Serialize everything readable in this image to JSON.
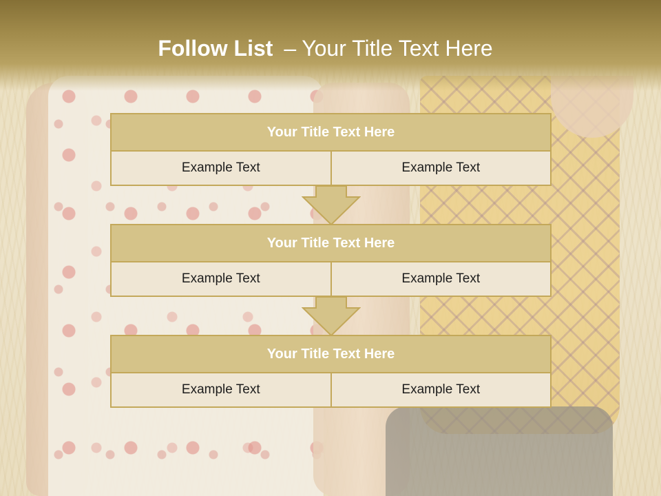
{
  "header": {
    "title_bold": "Follow List",
    "separator": "–",
    "title_rest": "Your Title Text Here"
  },
  "list": {
    "items": [
      {
        "title": "Your Title Text Here",
        "left": "Example Text",
        "right": "Example Text"
      },
      {
        "title": "Your Title Text Here",
        "left": "Example Text",
        "right": "Example Text"
      },
      {
        "title": "Your Title Text Here",
        "left": "Example Text",
        "right": "Example Text"
      }
    ]
  },
  "colors": {
    "header_band": "#a08a4a",
    "box_title_fill": "#d5c389",
    "box_border": "#c3a85a",
    "cell_fill": "#efe6d4",
    "arrow_fill": "#d5c389"
  }
}
